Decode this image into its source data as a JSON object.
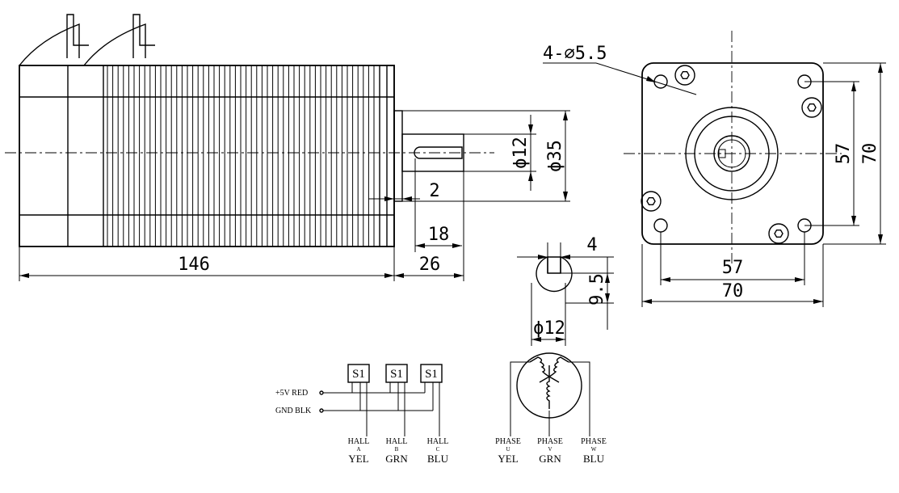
{
  "side_view": {
    "dim_length": "146",
    "dim_shaft_length": "26",
    "dim_key_length": "18",
    "dim_step": "2",
    "dim_shaft_dia": "ϕ12",
    "dim_boss_dia": "ϕ35"
  },
  "front_view": {
    "hole_callout": "4-∅5.5",
    "dim_hole_spacing_v": "57",
    "dim_flange_v": "70",
    "dim_hole_spacing_h": "57",
    "dim_flange_h": "70"
  },
  "shaft_section": {
    "dim_key_width": "4",
    "dim_key_depth": "9.5",
    "dim_dia": "ϕ12"
  },
  "hall_wiring": {
    "sensor_label": "S1",
    "power_label": "+5V RED",
    "ground_label": "GND BLK",
    "outputs": [
      {
        "name": "HALL",
        "sub": "A",
        "color": "YEL"
      },
      {
        "name": "HALL",
        "sub": "B",
        "color": "GRN"
      },
      {
        "name": "HALL",
        "sub": "C",
        "color": "BLU"
      }
    ]
  },
  "phase_wiring": {
    "phases": [
      {
        "name": "PHASE",
        "sub": "U",
        "color": "YEL"
      },
      {
        "name": "PHASE",
        "sub": "V",
        "color": "GRN"
      },
      {
        "name": "PHASE",
        "sub": "W",
        "color": "BLU"
      }
    ]
  }
}
